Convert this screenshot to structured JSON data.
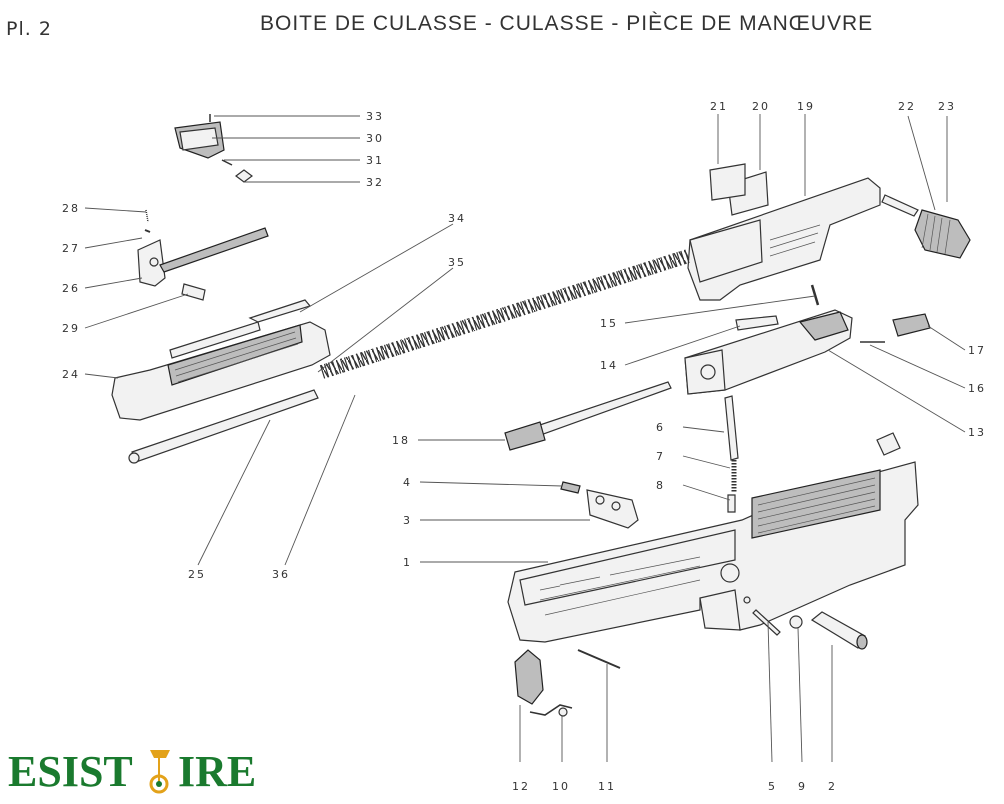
{
  "plate_label": "Pl. 2",
  "title": "BOITE DE CULASSE - CULASSE - PIÈCE DE MANŒUVRE",
  "parts": [
    {
      "id": "p1",
      "number": "1"
    },
    {
      "id": "p2",
      "number": "2"
    },
    {
      "id": "p3",
      "number": "3"
    },
    {
      "id": "p4",
      "number": "4"
    },
    {
      "id": "p5",
      "number": "5"
    },
    {
      "id": "p6",
      "number": "6"
    },
    {
      "id": "p7",
      "number": "7"
    },
    {
      "id": "p8",
      "number": "8"
    },
    {
      "id": "p9",
      "number": "9"
    },
    {
      "id": "p10",
      "number": "10"
    },
    {
      "id": "p11",
      "number": "11"
    },
    {
      "id": "p12",
      "number": "12"
    },
    {
      "id": "p13",
      "number": "13"
    },
    {
      "id": "p14",
      "number": "14"
    },
    {
      "id": "p15",
      "number": "15"
    },
    {
      "id": "p16",
      "number": "16"
    },
    {
      "id": "p17",
      "number": "17"
    },
    {
      "id": "p18",
      "number": "18"
    },
    {
      "id": "p19",
      "number": "19"
    },
    {
      "id": "p20",
      "number": "20"
    },
    {
      "id": "p21",
      "number": "21"
    },
    {
      "id": "p22",
      "number": "22"
    },
    {
      "id": "p23",
      "number": "23"
    },
    {
      "id": "p24",
      "number": "24"
    },
    {
      "id": "p25",
      "number": "25"
    },
    {
      "id": "p26",
      "number": "26"
    },
    {
      "id": "p27",
      "number": "27"
    },
    {
      "id": "p28",
      "number": "28"
    },
    {
      "id": "p29",
      "number": "29"
    },
    {
      "id": "p30",
      "number": "30"
    },
    {
      "id": "p31",
      "number": "31"
    },
    {
      "id": "p32",
      "number": "32"
    },
    {
      "id": "p33",
      "number": "33"
    },
    {
      "id": "p34",
      "number": "34"
    },
    {
      "id": "p35",
      "number": "35"
    },
    {
      "id": "p36",
      "number": "36"
    }
  ],
  "logo": {
    "text": "ESISTOIRE",
    "colors": {
      "green": "#1a7a2e",
      "gold": "#e3a21a"
    }
  }
}
